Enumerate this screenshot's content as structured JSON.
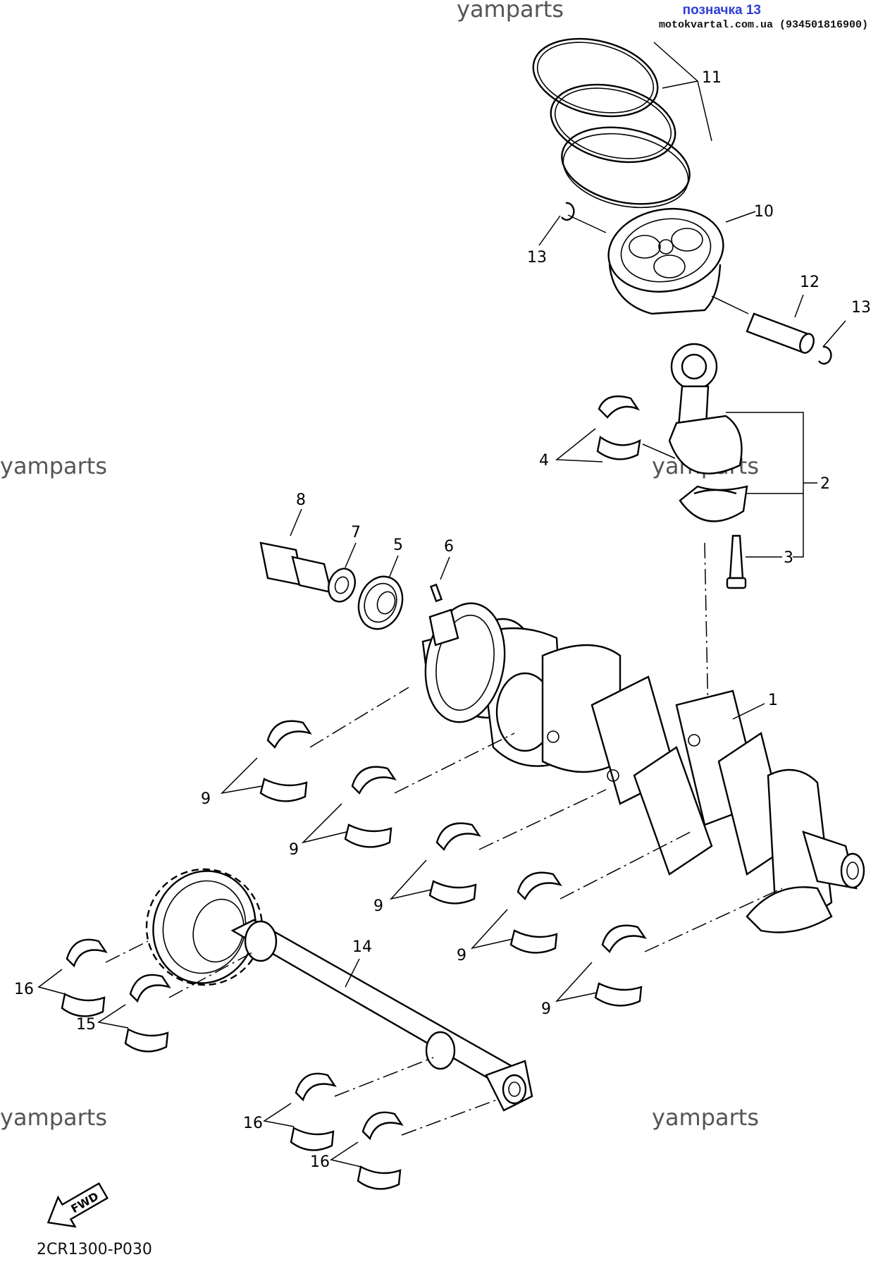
{
  "header": {
    "badge_title": "позначка 13",
    "badge_site": "motokvartal.com.ua (934501816900)"
  },
  "watermarks": [
    "yamparts",
    "yamparts",
    "yamparts",
    "yamparts",
    "yamparts",
    "yamparts"
  ],
  "callouts": {
    "c1": "1",
    "c2": "2",
    "c3": "3",
    "c4": "4",
    "c5": "5",
    "c6": "6",
    "c7": "7",
    "c8": "8",
    "c9a": "9",
    "c9b": "9",
    "c9c": "9",
    "c9d": "9",
    "c9e": "9",
    "c10": "10",
    "c11": "11",
    "c12": "12",
    "c13a": "13",
    "c13b": "13",
    "c14": "14",
    "c15": "15",
    "c16a": "16",
    "c16b": "16",
    "c16c": "16"
  },
  "fwd_label": "FWD",
  "figure_code": "2CR1300-P030"
}
